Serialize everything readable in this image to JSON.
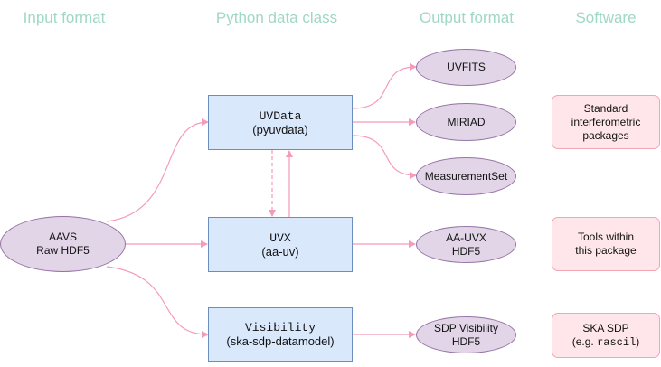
{
  "columns": {
    "input": "Input format",
    "python": "Python data class",
    "output": "Output format",
    "software": "Software"
  },
  "inputs": {
    "aavs": {
      "line1": "AAVS",
      "line2": "Raw HDF5"
    }
  },
  "classes": {
    "uvdata": {
      "code": "UVData",
      "pkg": "(pyuvdata)"
    },
    "uvx": {
      "code": "UVX",
      "pkg": "(aa-uv)"
    },
    "visibility": {
      "code": "Visibility",
      "pkg": "(ska-sdp-datamodel)"
    }
  },
  "outputs": {
    "uvfits": "UVFITS",
    "miriad": "MIRIAD",
    "ms": "MeasurementSet",
    "aauvx": {
      "line1": "AA-UVX",
      "line2": "HDF5"
    },
    "sdpvis": {
      "line1": "SDP Visibility",
      "line2": "HDF5"
    }
  },
  "software": {
    "standard": {
      "line1": "Standard",
      "line2": "interferometric",
      "line3": "packages"
    },
    "tools": {
      "line1": "Tools within",
      "line2": "this package"
    },
    "ska": {
      "line1": "SKA SDP",
      "prefix": "(e.g. ",
      "code": "rascil",
      "suffix": ")"
    }
  },
  "colors": {
    "header": "#9fd8c4",
    "connector": "#f59ab8",
    "ellipse_fill": "#e1d5e7",
    "rect_fill": "#dae8fc",
    "software_fill": "#ffe6ea"
  }
}
